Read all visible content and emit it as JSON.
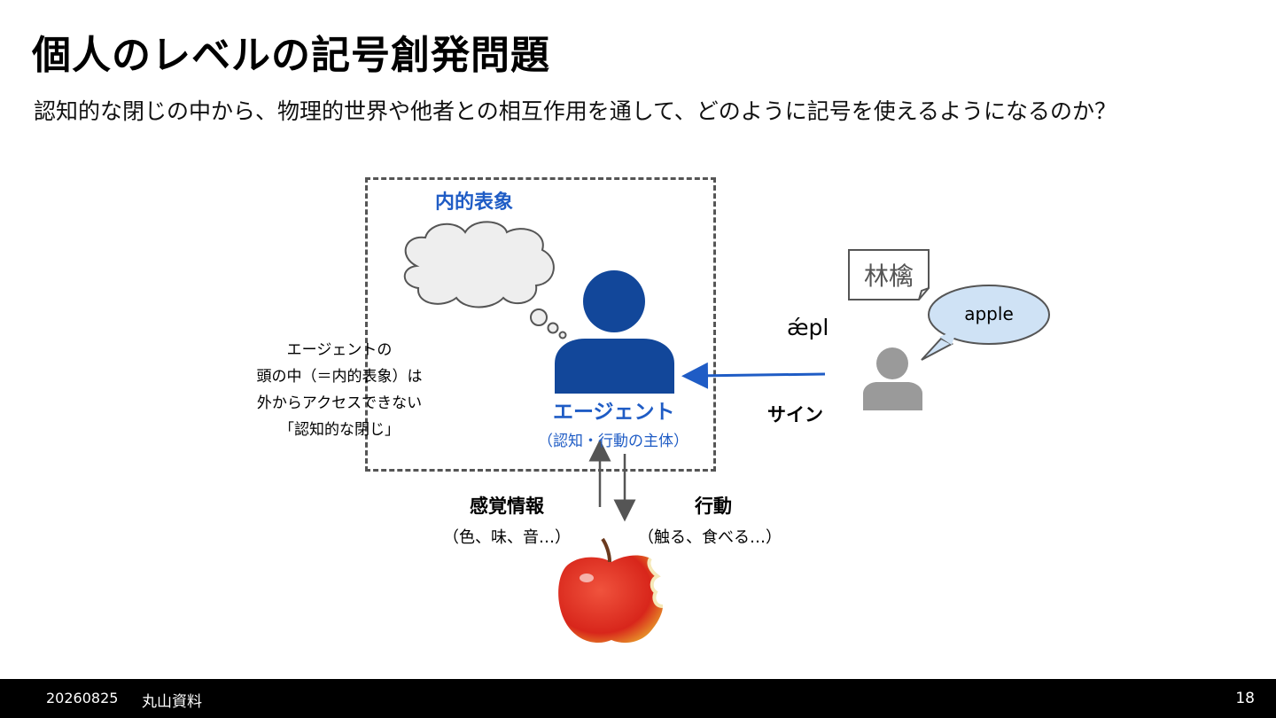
{
  "slide": {
    "title": "個人のレベルの記号創発問題",
    "subtitle": "認知的な閉じの中から、物理的世界や他者との相互作用を通して、どのように記号を使えるようになるのか？"
  },
  "diagram": {
    "inner_representation_label": "内的表象",
    "agent_label": "エージェント",
    "agent_sub": "（認知・行動の主体）",
    "note_lines": [
      "エージェントの",
      "頭の中（＝内的表象）は",
      "外からアクセスできない",
      "「認知的な閉じ」"
    ],
    "sensory_label": "感覚情報",
    "sensory_sub": "（色、味、音…）",
    "action_label": "行動",
    "action_sub": "（触る、食べる…）",
    "sign_label": "サイン",
    "phonetic": "ǽpl",
    "kanji_card": "林檎",
    "speech_text": "apple",
    "colors": {
      "accent_blue": "#1f5cc5",
      "agent_fill": "#12479a",
      "other_person_gray": "#9a9a9a",
      "speech_bubble_fill": "#cfe2f5",
      "apple_red": "#d8261b"
    }
  },
  "footer": {
    "date": "20260825",
    "document": "丸山資料",
    "page": "18"
  }
}
